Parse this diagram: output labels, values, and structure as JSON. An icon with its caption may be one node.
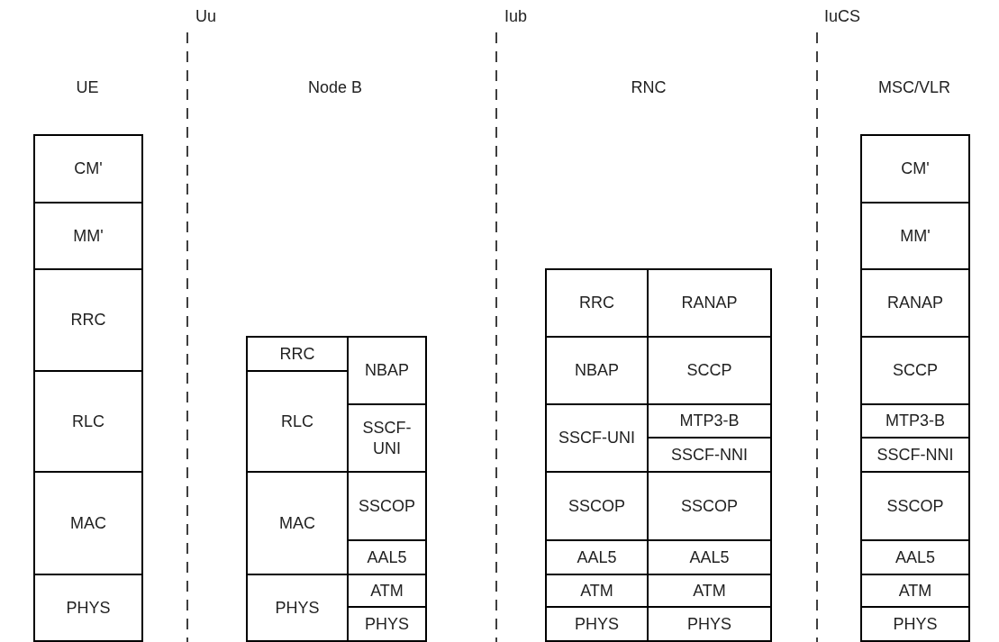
{
  "diagram": {
    "nodes": [
      {
        "text": [
          "CM'"
        ]
      },
      {
        "text": [
          "MM'"
        ]
      },
      {
        "text": [
          "RRC"
        ]
      },
      {
        "text": [
          "RLC"
        ]
      },
      {
        "text": [
          "MAC"
        ]
      },
      {
        "text": [
          "PHYS"
        ]
      },
      {
        "text": [
          "RRC"
        ]
      },
      {
        "text": [
          "NBAP"
        ]
      },
      {
        "text": [
          "RLC"
        ]
      },
      {
        "text": [
          "SSCF-UNI"
        ]
      },
      {
        "text": [
          "MAC"
        ]
      },
      {
        "text": [
          "SSCOP"
        ]
      },
      {
        "text": [
          "AAL5"
        ]
      },
      {
        "text": [
          "PHYS"
        ]
      },
      {
        "text": [
          "ATM"
        ]
      },
      {
        "text": [
          "PHYS"
        ]
      },
      {
        "text": [
          "RRC"
        ]
      },
      {
        "text": [
          "RANAP"
        ]
      },
      {
        "text": [
          "NBAP"
        ]
      },
      {
        "text": [
          "SCCP"
        ]
      },
      {
        "text": [
          "SSCF-UNI"
        ]
      },
      {
        "text": [
          "MTP3-B"
        ]
      },
      {
        "text": [
          "SSCF-NNI"
        ]
      },
      {
        "text": [
          "SSCOP"
        ]
      },
      {
        "text": [
          "SSCOP"
        ]
      },
      {
        "text": [
          "AAL5"
        ]
      },
      {
        "text": [
          "AAL5"
        ]
      },
      {
        "text": [
          "ATM"
        ]
      },
      {
        "text": [
          "ATM"
        ]
      },
      {
        "text": [
          "PHYS"
        ]
      },
      {
        "text": [
          "PHYS"
        ]
      },
      {
        "text": [
          "CM'"
        ]
      },
      {
        "text": [
          "MM'"
        ]
      },
      {
        "text": [
          "RANAP"
        ]
      },
      {
        "text": [
          "SCCP"
        ]
      },
      {
        "text": [
          "MTP3-B"
        ]
      },
      {
        "text": [
          "SSCF-NNI"
        ]
      },
      {
        "text": [
          "SSCOP"
        ]
      },
      {
        "text": [
          "AAL5"
        ]
      },
      {
        "text": [
          "ATM"
        ]
      },
      {
        "text": [
          "PHYS"
        ]
      }
    ],
    "labels": [
      "Uu",
      "Iub",
      "IuCS",
      "UE",
      "Node B",
      "RNC",
      "MSC/VLR"
    ]
  }
}
